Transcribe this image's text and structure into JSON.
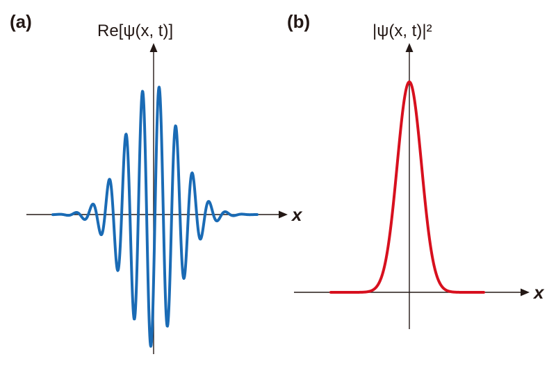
{
  "panels": [
    {
      "id": "a",
      "label": "(a)",
      "y_axis_label": "Re[ψ(x, t)]",
      "x_axis_label": "x",
      "curve_color": "#1a6bb5",
      "curve": "real part of a Gaussian wave packet"
    },
    {
      "id": "b",
      "label": "(b)",
      "y_axis_label": "|ψ(x, t)|²",
      "x_axis_label": "x",
      "curve_color": "#d7101e",
      "curve": "probability density, Gaussian envelope"
    }
  ]
}
